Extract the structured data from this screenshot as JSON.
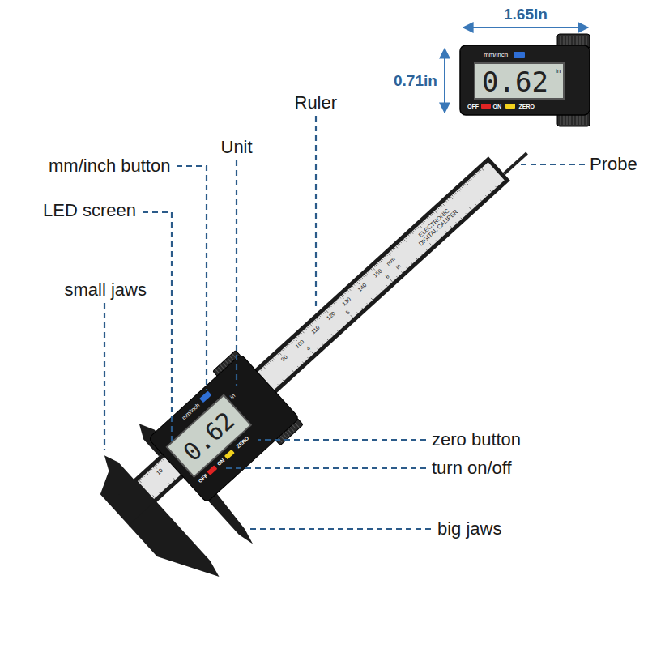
{
  "diagram": {
    "labels": [
      "1.65in",
      "0.71in",
      "mm/inch",
      "0.62",
      "in",
      "OFF",
      "ON",
      "ZERO",
      "Ruler",
      "Unit",
      "Probe",
      "mm/inch button",
      "LED screen",
      "ELECTRONIC DIGITAL CALIPER",
      "mm",
      "150",
      "140",
      "130",
      "120",
      "110",
      "100",
      "90",
      "in",
      "6",
      "5",
      "4",
      "small jaws",
      "mm/inch",
      "0.62",
      "in",
      "OFF",
      "ON",
      "ZERO",
      "10",
      "zero button",
      "turn on/off",
      "big jaws"
    ]
  }
}
